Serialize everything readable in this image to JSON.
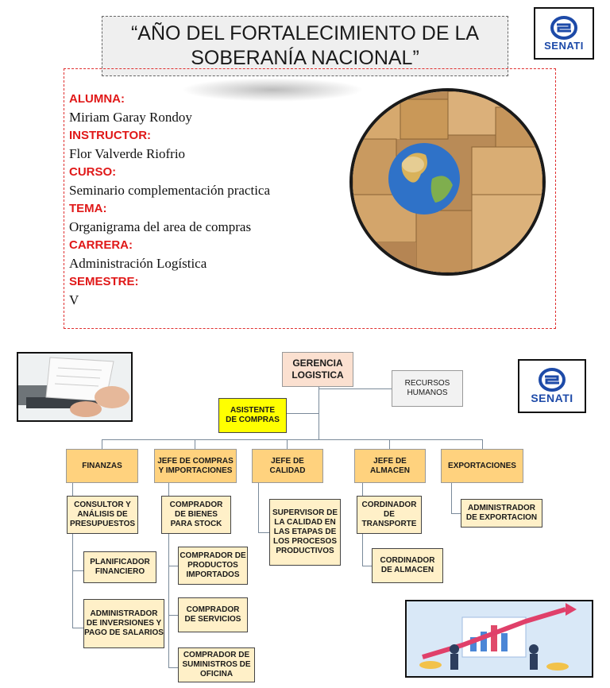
{
  "header": {
    "title_line1": "“AÑO DEL FORTALECIMIENTO DE LA",
    "title_line2": "SOBERANÍA NACIONAL”",
    "logo_text": "SENATI"
  },
  "info": {
    "fields": [
      {
        "label": "ALUMNA:",
        "value": "Miriam Garay Rondoy"
      },
      {
        "label": "INSTRUCTOR:",
        "value": "Flor Valverde Riofrio"
      },
      {
        "label": "CURSO:",
        "value": "Seminario complementación practica"
      },
      {
        "label": "TEMA:",
        "value": "Organigrama del area de compras"
      },
      {
        "label": "CARRERA:",
        "value": "Administración Logística"
      },
      {
        "label": "SEMESTRE:",
        "value": "V"
      }
    ]
  },
  "orgchart": {
    "gerencia": "GERENCIA LOGISTICA",
    "recursos": "RECURSOS HUMANOS",
    "asistente": "ASISTENTE DE COMPRAS",
    "departments": [
      {
        "name": "FINANZAS",
        "children": [
          "CONSULTOR Y ANÁLISIS DE PRESUPUESTOS",
          "PLANIFICADOR FINANCIERO",
          "ADMINISTRADOR DE INVERSIONES Y PAGO DE SALARIOS"
        ]
      },
      {
        "name": "JEFE DE COMPRAS Y IMPORTACIONES",
        "children": [
          "COMPRADOR DE BIENES PARA STOCK",
          "COMPRADOR DE PRODUCTOS IMPORTADOS",
          "COMPRADOR DE SERVICIOS",
          "COMPRADOR DE SUMINISTROS DE OFICINA"
        ]
      },
      {
        "name": "JEFE DE CALIDAD",
        "children": [
          "SUPERVISOR DE LA CALIDAD EN LAS ETAPAS DE LOS PROCESOS PRODUCTIVOS"
        ]
      },
      {
        "name": "JEFE DE ALMACEN",
        "children": [
          "CORDINADOR DE TRANSPORTE",
          "CORDINADOR DE ALMACEN"
        ]
      },
      {
        "name": "EXPORTACIONES",
        "children": [
          "ADMINISTRADOR DE EXPORTACION"
        ]
      }
    ]
  },
  "colors": {
    "label_red": "#e01818",
    "senati_blue": "#1d4aa8",
    "dept_fill": "#ffd27e",
    "role_fill": "#fff0c8",
    "asistente_fill": "#ffff00",
    "gerencia_fill": "#fbe0d0"
  },
  "icons": [
    "senati-logo-icon",
    "globe-boxes-image",
    "laptop-invoice-image",
    "business-growth-image"
  ]
}
